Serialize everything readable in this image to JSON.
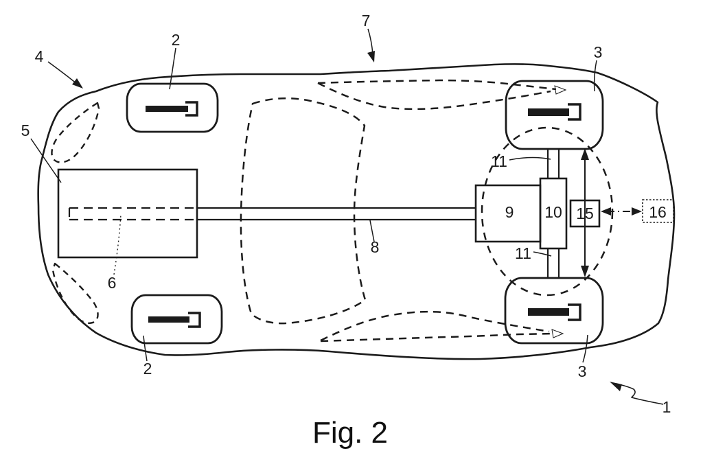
{
  "figure": {
    "caption": "Fig. 2"
  },
  "reference_labels": {
    "r1": "1",
    "r2_front_upper": "2",
    "r2_front_lower": "2",
    "r3_rear_upper": "3",
    "r3_rear_lower": "3",
    "r4": "4",
    "r5": "5",
    "r6": "6",
    "r7": "7",
    "r8": "8",
    "r9": "9",
    "r10": "10",
    "r11_upper": "11",
    "r11_lower": "11",
    "r15": "15",
    "r16": "16"
  },
  "colors": {
    "ink": "#1b1b1b",
    "background": "#ffffff"
  }
}
